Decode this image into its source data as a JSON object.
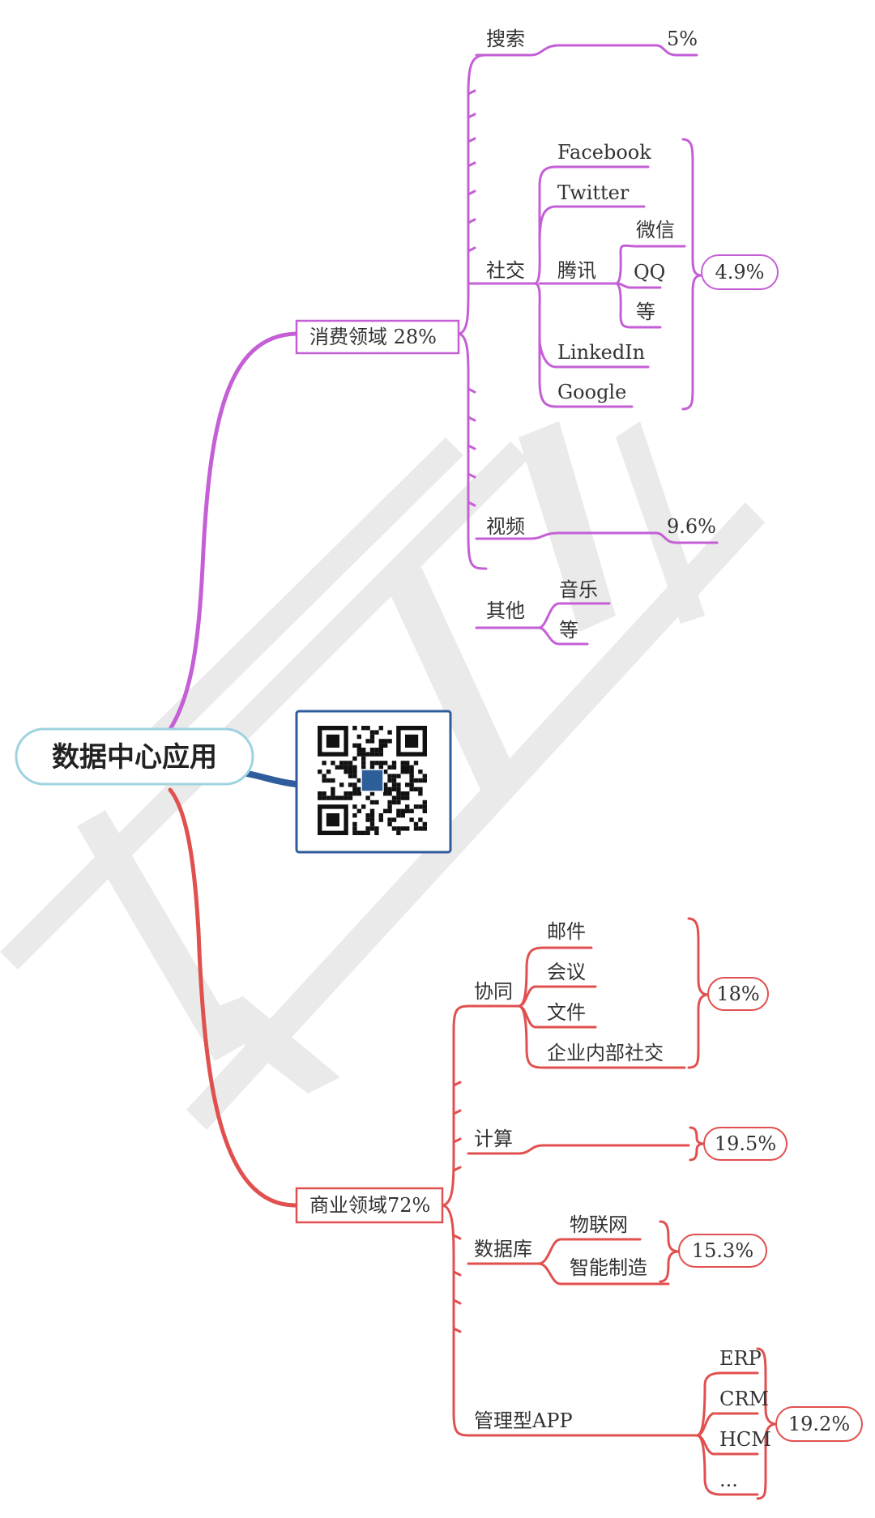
{
  "root": {
    "label": "数据中心应用"
  },
  "consumer": {
    "label": "消费领域 28%",
    "search": {
      "label": "搜索",
      "share": "5%"
    },
    "social": {
      "label": "社交",
      "items": [
        "Facebook",
        "Twitter",
        "LinkedIn",
        "Google"
      ],
      "tencent": {
        "label": "腾讯",
        "items": [
          "微信",
          "QQ",
          "等"
        ]
      },
      "share": "4.9%"
    },
    "video": {
      "label": "视频",
      "share": "9.6%"
    },
    "other": {
      "label": "其他",
      "items": [
        "音乐",
        "等"
      ]
    }
  },
  "business": {
    "label": "商业领域72%",
    "collab": {
      "label": "协同",
      "items": [
        "邮件",
        "会议",
        "文件",
        "企业内部社交"
      ],
      "share": "18%"
    },
    "compute": {
      "label": "计算",
      "share": "19.5%"
    },
    "database": {
      "label": "数据库",
      "items": [
        "物联网",
        "智能制造"
      ],
      "share": "15.3%"
    },
    "mgmt": {
      "label": "管理型APP",
      "items": [
        "ERP",
        "CRM",
        "HCM",
        "..."
      ],
      "share": "19.2%"
    }
  },
  "colors": {
    "consumer": "#c45fd6",
    "business": "#e0504f",
    "root_border": "#9ed3e0",
    "qr_border": "#2f5c9c",
    "watermark": "#e6e6e6"
  },
  "qr": {
    "icon": "qr-code-icon"
  }
}
